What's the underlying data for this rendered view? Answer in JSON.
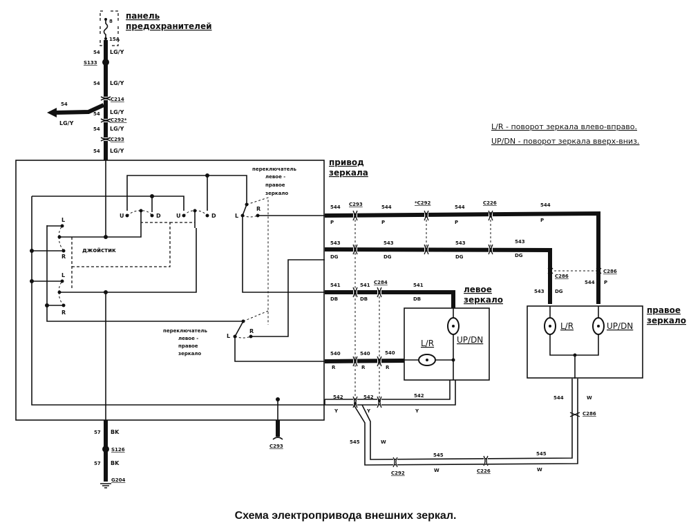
{
  "title": "Схема электропривода внешних зеркал.",
  "legend": {
    "lr": "L/R - поворот зеркала влево-вправо.",
    "updn": "UP/DN - поворот зеркала вверх-вниз."
  },
  "fuse_panel": {
    "line1": "панель",
    "line2": "предохранителей",
    "fuse_no": "8",
    "rating": "15A"
  },
  "feed": {
    "wire": "54",
    "color": "LG/Y",
    "splice_top": "S133",
    "conn1": "C214",
    "conn2": "C292*",
    "conn3": "C293",
    "branch_wire": "54",
    "branch_color": "LG/Y"
  },
  "module": {
    "line1": "привод",
    "line2": "зеркала",
    "joystick": "джойстик",
    "switch_text": [
      "переключатель",
      "левое -",
      "правое",
      "зеркало"
    ],
    "contacts": {
      "u": "U",
      "d": "D",
      "l": "L",
      "r": "R"
    }
  },
  "ground": {
    "wire": "57",
    "color": "BK",
    "splice": "S126",
    "ground": "G204",
    "conn": "C293"
  },
  "harness": {
    "w544": {
      "num": "544",
      "color": "P"
    },
    "w543": {
      "num": "543",
      "color": "DG"
    },
    "w541": {
      "num": "541",
      "color": "DB"
    },
    "w540": {
      "num": "540",
      "color": "R"
    },
    "w542": {
      "num": "542",
      "color": "Y"
    },
    "w545": {
      "num": "545",
      "color": "W"
    },
    "w544w": {
      "num": "544",
      "color": "W"
    },
    "c293": "C293",
    "c292": "*C292",
    "c226": "C226",
    "c284": "C284",
    "c286": "C286",
    "c292b": "C292",
    "c226b": "C226"
  },
  "left_mirror": {
    "line1": "левое",
    "line2": "зеркало",
    "motor_lr": "L/R",
    "motor_updn": "UP/DN"
  },
  "right_mirror": {
    "line1": "правое",
    "line2": "зеркало",
    "motor_lr": "L/R",
    "motor_updn": "UP/DN"
  }
}
